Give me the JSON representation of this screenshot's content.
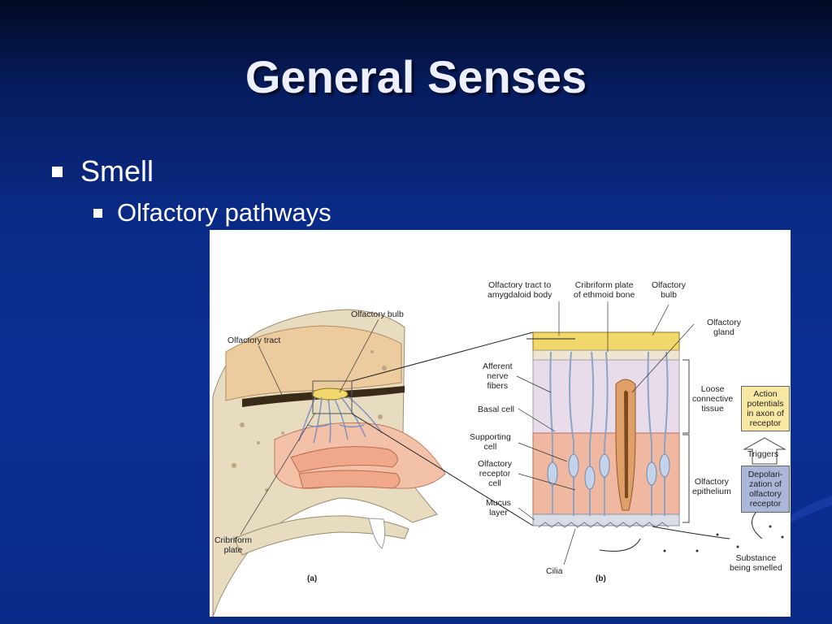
{
  "slide": {
    "title": "General Senses",
    "bullet1": "Smell",
    "bullet2": "Olfactory pathways"
  },
  "figure": {
    "labels": {
      "olfactory_bulb_a": "Olfactory bulb",
      "olfactory_tract_a": "Olfactory tract",
      "cribriform_plate_a": "Cribriform\nplate",
      "panel_a": "(a)",
      "tract_to_amygdaloid": "Olfactory tract to\namygdaloid body",
      "cribriform_ethmoid": "Cribriform plate\nof ethmoid bone",
      "olfactory_bulb_b": "Olfactory\nbulb",
      "olfactory_gland": "Olfactory\ngland",
      "afferent_nerve_fibers": "Afferent\nnerve\nfibers",
      "basal_cell": "Basal cell",
      "supporting_cell": "Supporting\ncell",
      "olfactory_receptor_cell": "Olfactory\nreceptor\ncell",
      "mucus_layer": "Mucus\nlayer",
      "cilia": "Cilia",
      "panel_b": "(b)",
      "loose_connective_tissue": "Loose\nconnective\ntissue",
      "olfactory_epithelium": "Olfactory\nepithelium",
      "action_potentials": "Action\npotentials\nin axon of\nreceptor",
      "triggers": "Triggers",
      "depolarization": "Depolari-\nzation of\nolfactory\nreceptor",
      "substance_smelled": "Substance\nbeing smelled"
    }
  },
  "colors": {
    "background_top": "#020a24",
    "background_main": "#0b2f95",
    "title_text": "#eef0ff",
    "box_yellow": "#f8e8a4",
    "box_blue": "#aab7d8",
    "tissue_pink": "#f0b8a0",
    "bone": "#e8dcc0",
    "bulb_yellow": "#f2d86a"
  }
}
